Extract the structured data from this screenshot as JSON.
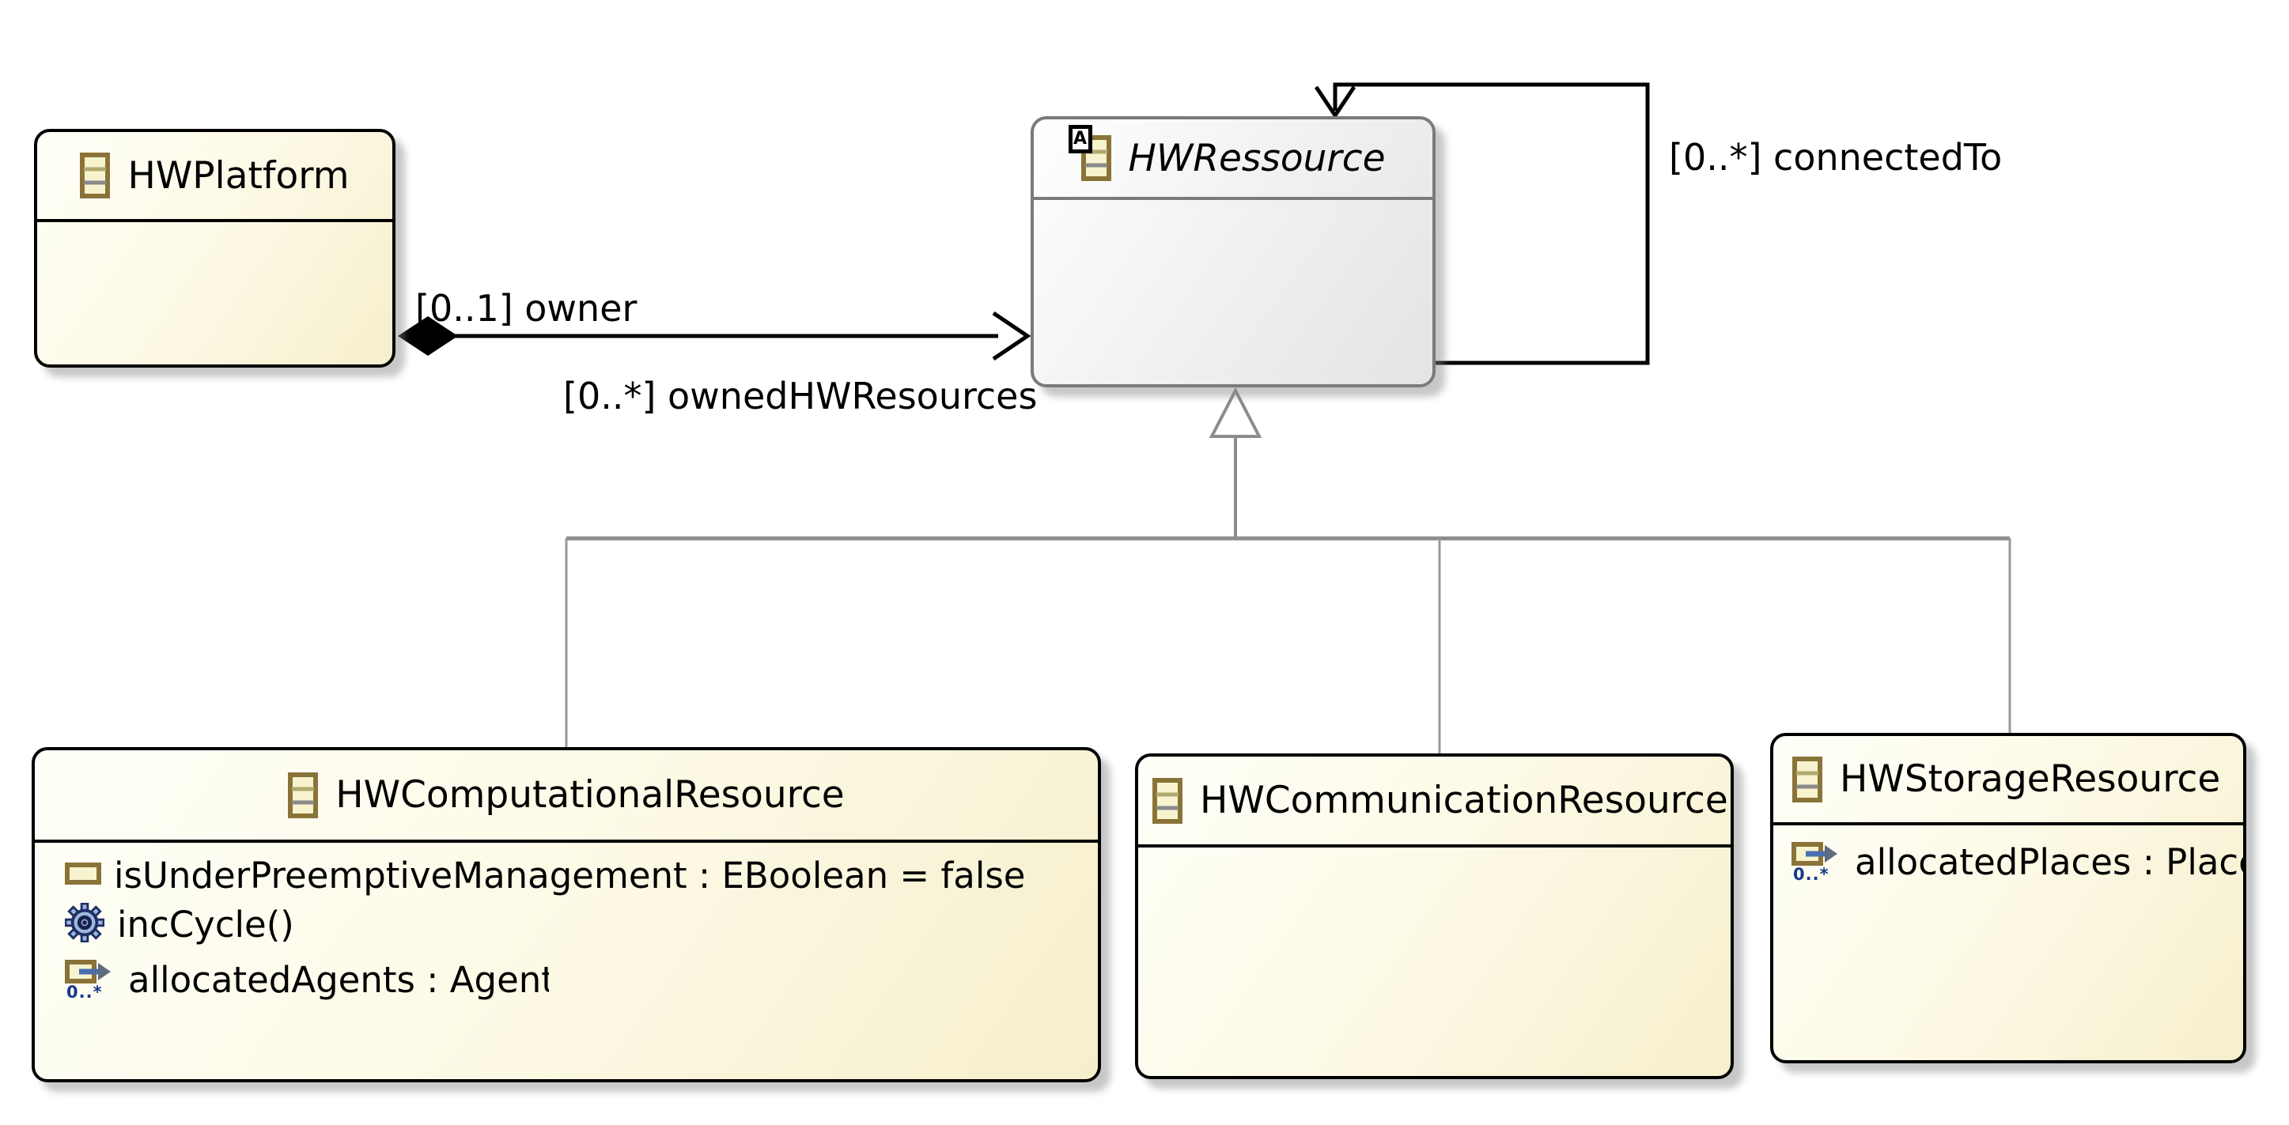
{
  "diagram": {
    "kind": "ecore-class-diagram",
    "background": "#ffffff"
  },
  "classes": {
    "platform": {
      "name": "HWPlatform"
    },
    "resource": {
      "name": "HWRessource",
      "abstract": true,
      "badge": "A"
    },
    "computational": {
      "name": "HWComputationalResource",
      "attr1": "isUnderPreemptiveManagement : EBoolean = false",
      "op1": "incCycle()",
      "ref1": "allocatedAgents : Agent",
      "ref1_mult": "0..*"
    },
    "communication": {
      "name": "HWCommunicationResource"
    },
    "storage": {
      "name": "HWStorageResource",
      "ref1": "allocatedPlaces : Place",
      "ref1_mult": "0..*"
    }
  },
  "edges": {
    "owner": {
      "label": "[0..1] owner",
      "type": "composition"
    },
    "owned": {
      "label": "[0..*] ownedHWResources",
      "type": "composition"
    },
    "connected": {
      "label": "[0..*] connectedTo",
      "type": "self-association"
    },
    "generalizations": [
      "HWComputationalResource",
      "HWCommunicationResource",
      "HWStorageResource"
    ]
  },
  "colors": {
    "class_fill_light": "#fffff8",
    "class_fill_dark": "#f6efcc",
    "class_border": "#000000",
    "abstract_fill_light": "#ffffff",
    "abstract_fill_dark": "#e4e4e4",
    "abstract_border": "#7a7a7a",
    "association_line": "#000000",
    "generalization_line": "#8c8c8c",
    "icon_olive": "#8a7338",
    "icon_cream": "#f7f3ce",
    "icon_divider_gray": "#8a8a8a",
    "operation_blue_fill": "#9db8dc",
    "operation_blue_dark": "#1e2f66",
    "reference_arrow_blue": "#4a6faf",
    "multiplicity_blue": "#16388e"
  }
}
